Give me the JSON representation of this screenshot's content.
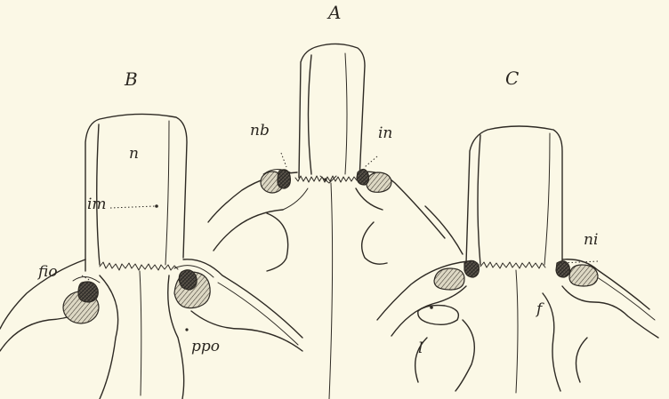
{
  "figure": {
    "panels": [
      {
        "id": "A",
        "label": "A"
      },
      {
        "id": "B",
        "label": "B"
      },
      {
        "id": "C",
        "label": "C"
      }
    ],
    "labels": {
      "n": "n",
      "im": "im",
      "fio": "fio",
      "ppo": "ppo",
      "nb": "nb",
      "in": "in",
      "ni": "ni",
      "l": "l",
      "f": "f"
    },
    "colors": {
      "background": "#fbf8e6",
      "ink": "#2e2a24"
    }
  }
}
